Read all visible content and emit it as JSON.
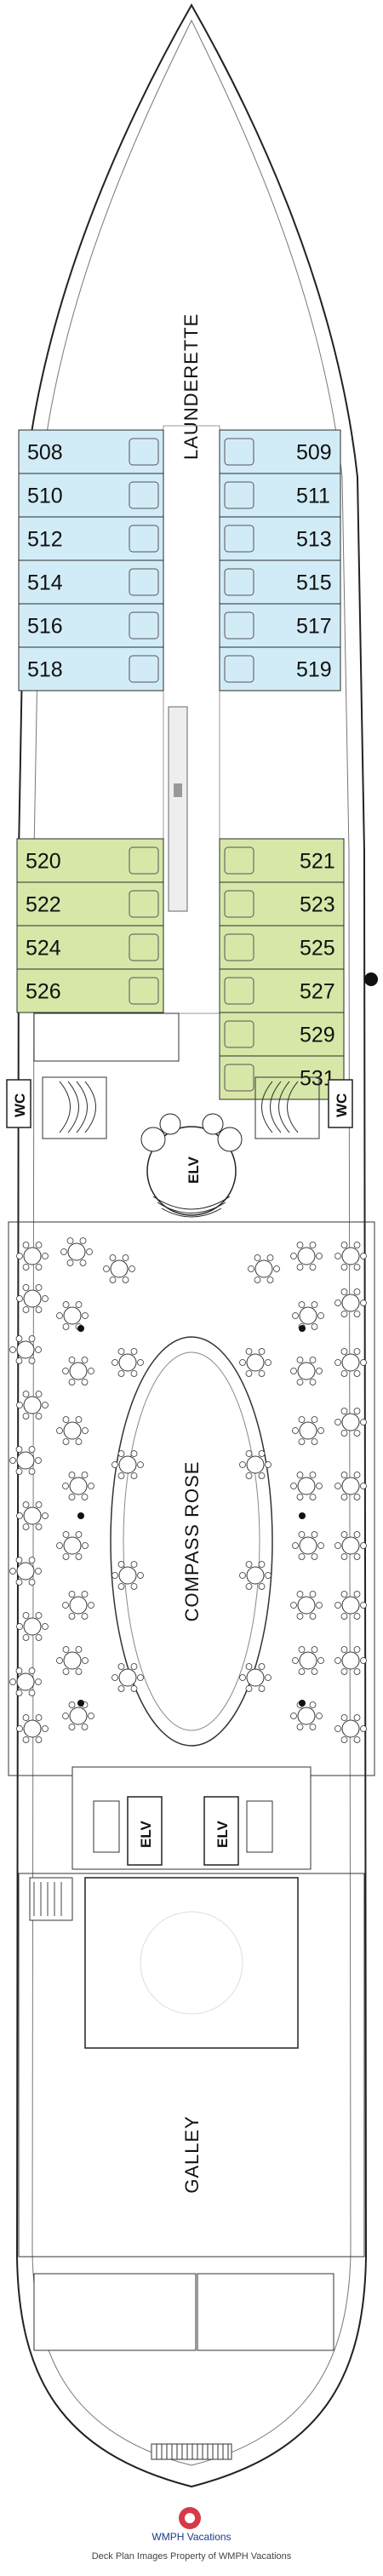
{
  "areas": {
    "launderette": "LAUNDERETTE",
    "compass_rose": "COMPASS ROSE",
    "galley": "GALLEY",
    "elv": "ELV",
    "wc": "WC"
  },
  "cabins": {
    "cyan_port": [
      "508",
      "510",
      "512",
      "514",
      "516",
      "518"
    ],
    "cyan_stbd": [
      "509",
      "511",
      "513",
      "515",
      "517",
      "519"
    ],
    "green_port": [
      "520",
      "522",
      "524",
      "526"
    ],
    "green_stbd": [
      "521",
      "523",
      "525",
      "527",
      "529",
      "531"
    ]
  },
  "colors": {
    "cabin_blue": "#d2ecf7",
    "cabin_green": "#d6e7a8",
    "outline": "#2b2b2b",
    "gray_fill": "#e6e6e6"
  },
  "footer": {
    "brand": "WMPH Vacations",
    "credit": "Deck Plan Images Property of WMPH Vacations"
  }
}
